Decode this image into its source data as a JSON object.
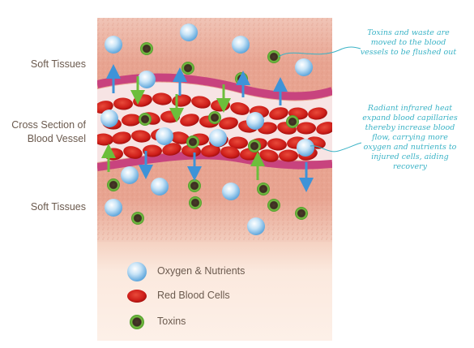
{
  "labels": {
    "soft_tissues_top": "Soft Tissues",
    "cross_section_line1": "Cross Section of",
    "cross_section_line2": "Blood Vessel",
    "soft_tissues_bottom": "Soft Tissues"
  },
  "annotations": {
    "toxins": [
      "Toxins and waste are",
      "moved to the blood",
      "vessels to be flushed out"
    ],
    "infrared": [
      "Radiant infrared heat",
      "expand blood capillaries",
      "thereby increase blood",
      "flow, carrying more",
      "oxygen and nutrients to",
      "injured cells, aiding",
      "recovery"
    ]
  },
  "legend": [
    {
      "key": "oxygen",
      "label": "Oxygen & Nutrients"
    },
    {
      "key": "rbc",
      "label": "Red Blood Cells"
    },
    {
      "key": "toxin",
      "label": "Toxins"
    }
  ],
  "colors": {
    "tissue": "#e9a896",
    "vessel_wall": "#c8437e",
    "rbc": "#d4231e",
    "oxygen": "#a9d3f1",
    "toxin_ring": "#6fbd3c",
    "arrow_blue": "#3e93d8",
    "arrow_green": "#6cbe3b",
    "annotation": "#3bb3c6",
    "legend_bg": "#fbe6da"
  }
}
